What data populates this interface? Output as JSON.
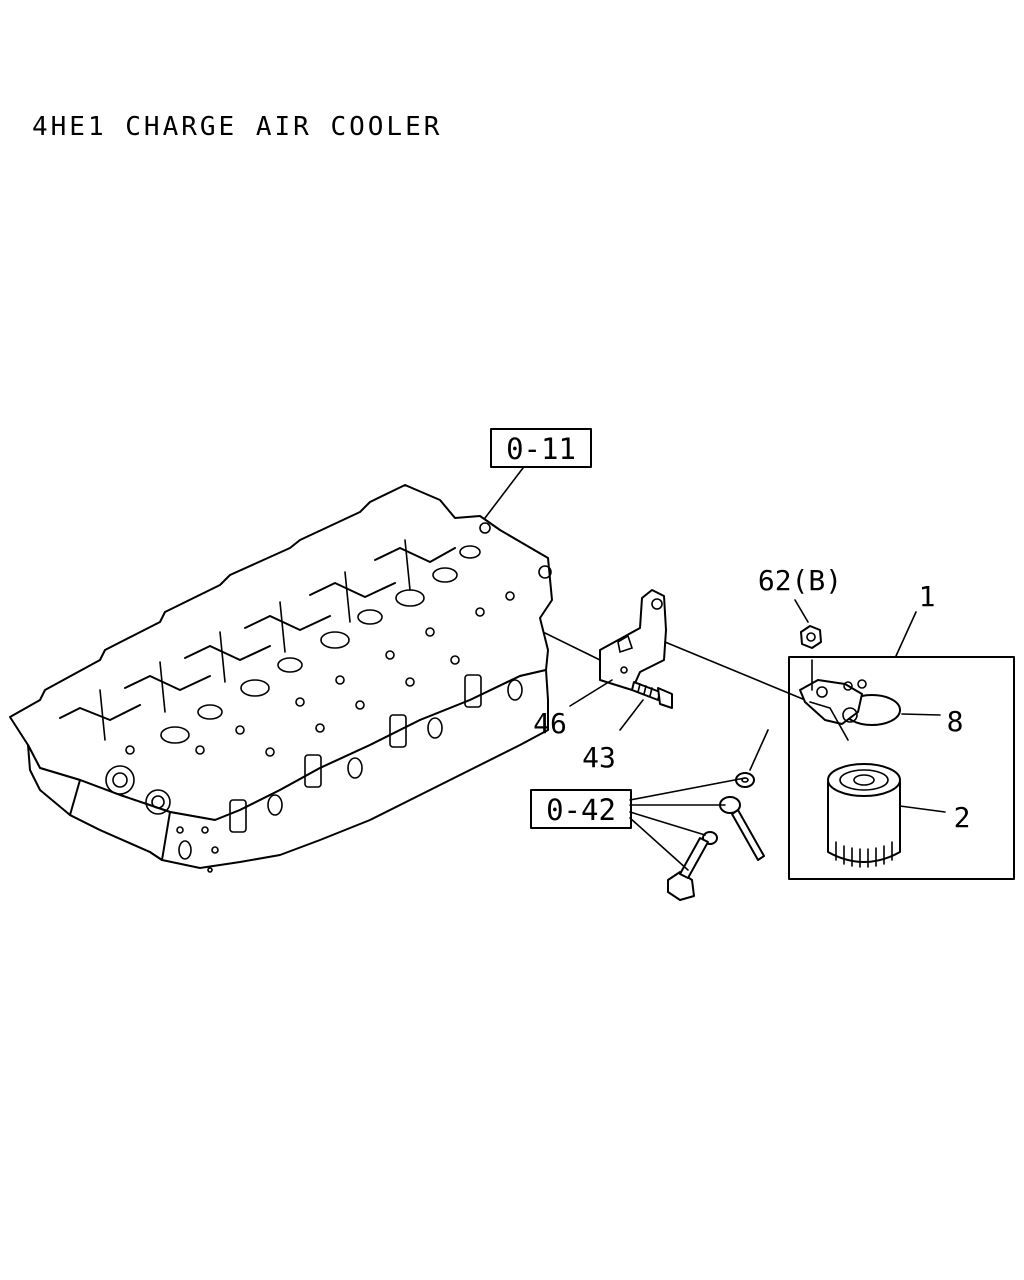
{
  "title": "4HE1 CHARGE AIR COOLER",
  "refs": {
    "r011": "0-11",
    "r042": "0-42"
  },
  "callouts": {
    "c1": "1",
    "c2": "2",
    "c8": "8",
    "c43": "43",
    "c46": "46",
    "c62": "62(B)"
  },
  "colors": {
    "ink": "#000000",
    "paper": "#ffffff"
  }
}
